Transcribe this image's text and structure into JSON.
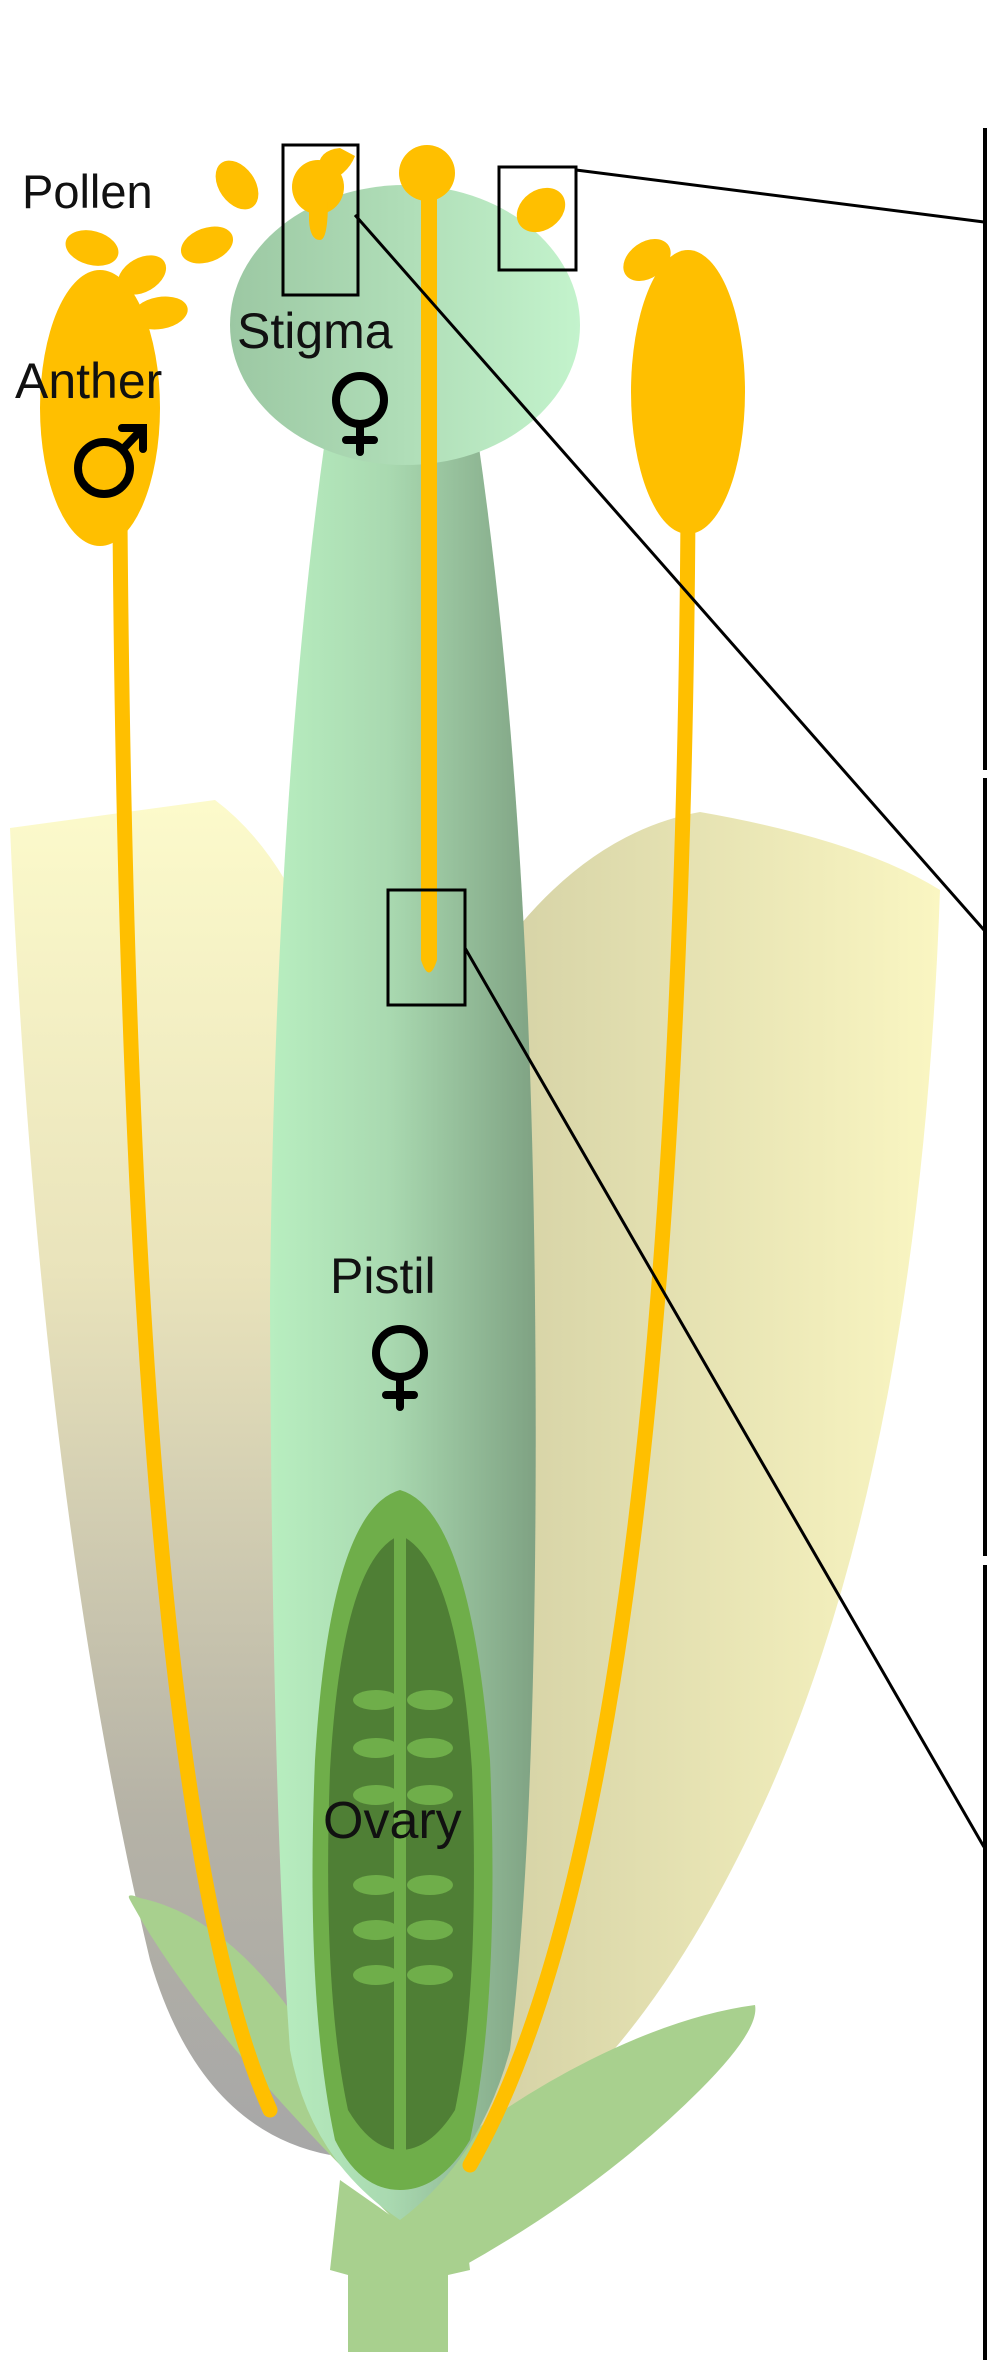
{
  "labels": {
    "pollen": "Pollen",
    "anther": "Anther",
    "stigma": "Stigma",
    "pistil": "Pistil",
    "ovary": "Ovary"
  },
  "symbols": {
    "anther": "male-symbol",
    "stigma": "female-symbol",
    "pistil": "female-symbol"
  },
  "colors": {
    "pollen_yellow": "#ffbf00",
    "pistil_green_light": "#b8eec0",
    "pistil_green_dark": "#7fa283",
    "ovary_outer": "#6fae4a",
    "ovary_inner": "#4f7f35",
    "sepal_green": "#a8d08e",
    "petal_yellow_light": "#fcf9c8",
    "petal_shadow": "#a9a9a9",
    "stigma_green": "#b6efc4",
    "outline": "#000000"
  }
}
